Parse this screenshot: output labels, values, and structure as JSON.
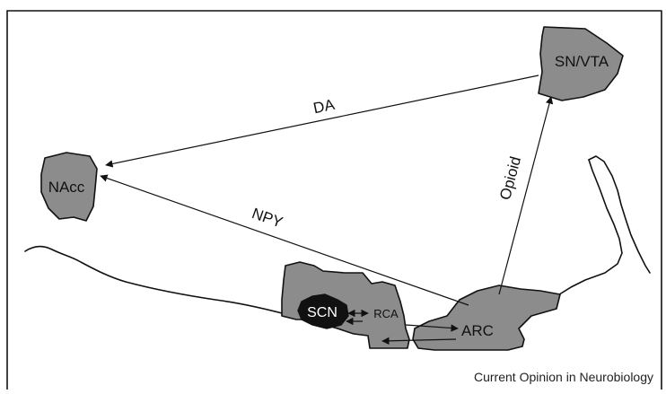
{
  "regions": {
    "snvta": "SN/VTA",
    "nacc": "NAcc",
    "scn": "SCN",
    "rca": "RCA",
    "arc": "ARC"
  },
  "pathways": {
    "da": "DA",
    "npy": "NPY",
    "opioid": "Opioid"
  },
  "credit": "Current Opinion in Neurobiology"
}
